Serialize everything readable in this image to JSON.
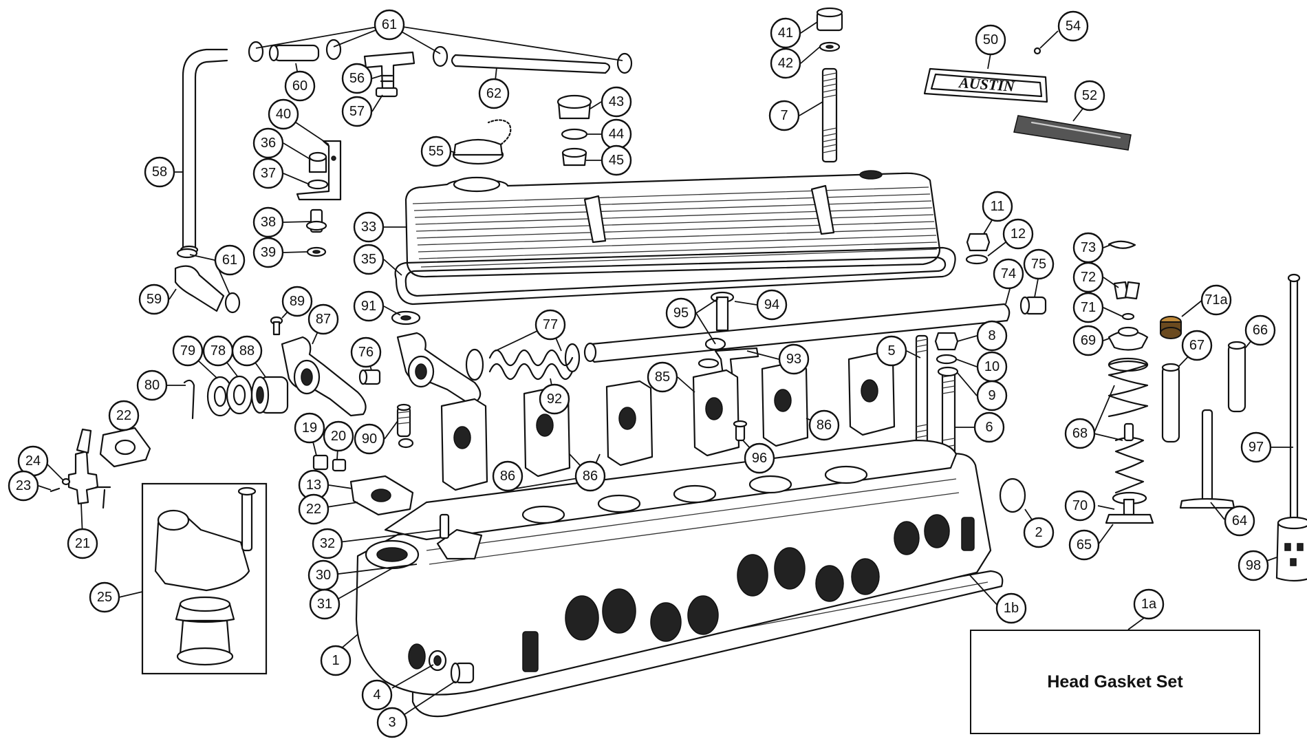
{
  "callouts": [
    "61",
    "60",
    "56",
    "57",
    "62",
    "58",
    "40",
    "36",
    "37",
    "38",
    "39",
    "59",
    "41",
    "42",
    "7",
    "43",
    "44",
    "45",
    "55",
    "33",
    "35",
    "50",
    "54",
    "52",
    "11",
    "12",
    "73",
    "72",
    "71",
    "71a",
    "69",
    "74",
    "75",
    "94",
    "95",
    "93",
    "91",
    "89",
    "87",
    "77",
    "92",
    "76",
    "79",
    "78",
    "88",
    "80",
    "90",
    "19",
    "20",
    "5",
    "8",
    "10",
    "9",
    "6",
    "85",
    "86",
    "96",
    "13",
    "22",
    "24",
    "23",
    "21",
    "25",
    "32",
    "30",
    "31",
    "1",
    "4",
    "3",
    "1b",
    "2",
    "68",
    "70",
    "65",
    "67",
    "66",
    "97",
    "64",
    "98",
    "1a"
  ],
  "labels": {
    "gasket_set": "Head Gasket Set"
  },
  "brand_plate": "AUSTIN"
}
